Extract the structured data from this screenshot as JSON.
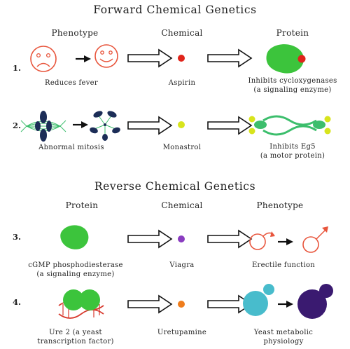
{
  "forward": {
    "title": "Forward Chemical Genetics",
    "headers": {
      "col1": "Phenotype",
      "col2": "Chemical",
      "col3": "Protein"
    },
    "rows": [
      {
        "num": "1.",
        "phenotype": "Reduces fever",
        "chemical": "Aspirin",
        "protein_line1": "Inhibits cycloxygenases",
        "protein_line2": "(a signaling enzyme)"
      },
      {
        "num": "2.",
        "phenotype": "Abnormal mitosis",
        "chemical": "Monastrol",
        "protein_line1": "Inhibits Eg5",
        "protein_line2": "(a motor protein)"
      }
    ]
  },
  "reverse": {
    "title": "Reverse Chemical Genetics",
    "headers": {
      "col1": "Protein",
      "col2": "Chemical",
      "col3": "Phenotype"
    },
    "rows": [
      {
        "num": "3.",
        "protein_line1": "cGMP phosphodiesterase",
        "protein_line2": "(a signaling enzyme)",
        "chemical": "Viagra",
        "phenotype_line1": "Erectile function",
        "phenotype_line2": ""
      },
      {
        "num": "4.",
        "protein_line1": "Ure 2 (a yeast",
        "protein_line2": "transcription factor)",
        "chemical": "Uretupamine",
        "phenotype_line1": "Yeast metabolic",
        "phenotype_line2": "physiology"
      }
    ]
  },
  "colors": {
    "face": "#e8553c",
    "protein_green": "#3cc43c",
    "aspirin_red": "#e0241a",
    "monastrol_yellow": "#d8e41c",
    "viagra_purple": "#8a3cc0",
    "uretupamine_orange": "#ef7d1c",
    "spindle_navy": "#1c2d57",
    "spindle_green": "#3cbe6c",
    "dna_red": "#d83a2e",
    "yeast_teal": "#48bccc",
    "yeast_purple": "#3a1a70",
    "arrow": "#111111"
  }
}
